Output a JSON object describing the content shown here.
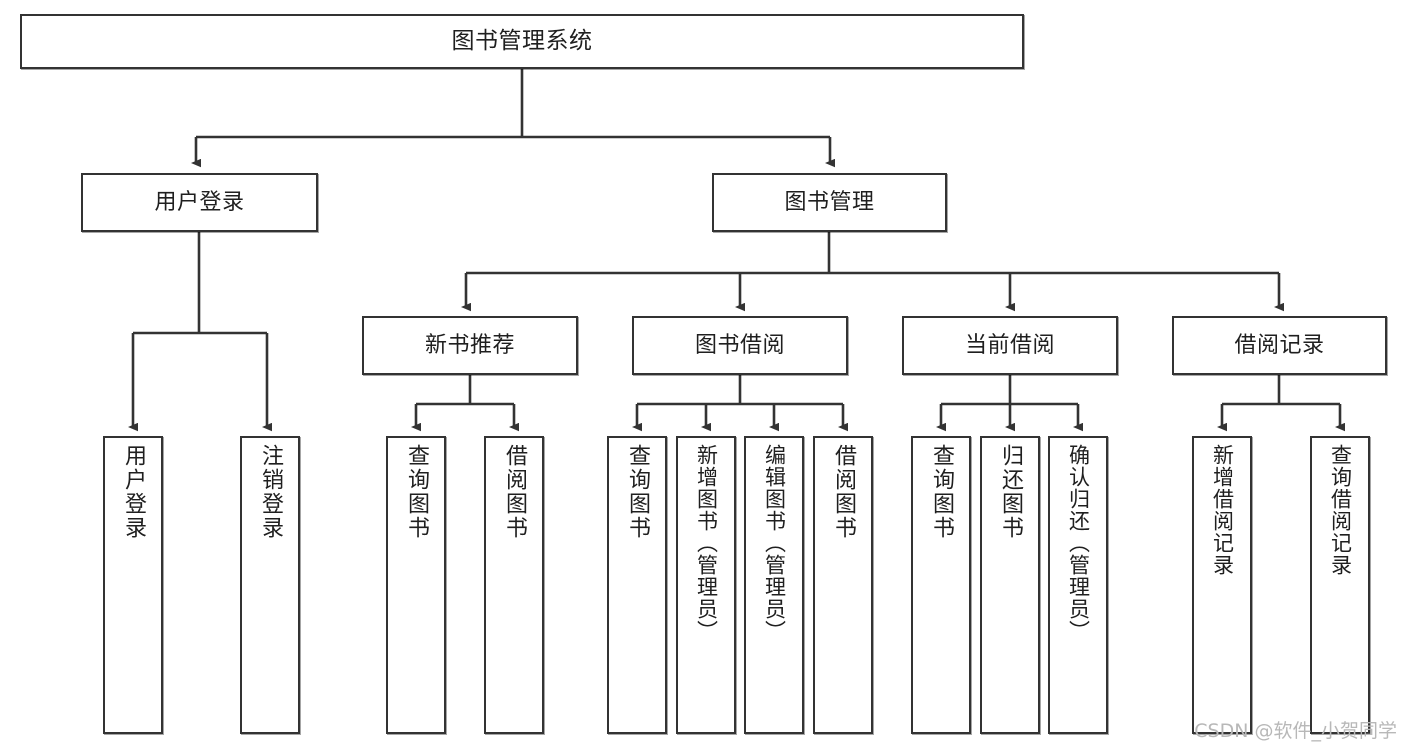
{
  "diagram": {
    "title": "图书管理系统",
    "type": "tree-hierarchy",
    "root": {
      "label": "图书管理系统"
    },
    "level2": [
      {
        "label": "用户登录"
      },
      {
        "label": "图书管理"
      }
    ],
    "level3": [
      {
        "label": "新书推荐"
      },
      {
        "label": "图书借阅"
      },
      {
        "label": "当前借阅"
      },
      {
        "label": "借阅记录"
      }
    ],
    "leaves": {
      "user_login": [
        {
          "label": "用户登录"
        },
        {
          "label": "注销登录"
        }
      ],
      "new_book_recommend": [
        {
          "label": "查询图书"
        },
        {
          "label": "借阅图书"
        }
      ],
      "book_borrow": [
        {
          "label": "查询图书"
        },
        {
          "label": "新增图书（管理员）"
        },
        {
          "label": "编辑图书（管理员）"
        },
        {
          "label": "借阅图书"
        }
      ],
      "current_borrow": [
        {
          "label": "查询图书"
        },
        {
          "label": "归还图书"
        },
        {
          "label": "确认归还（管理员）"
        }
      ],
      "borrow_records": [
        {
          "label": "新增借阅记录"
        },
        {
          "label": "查询借阅记录"
        }
      ]
    }
  },
  "watermark": {
    "text": "CSDN @软件_小贺同学"
  },
  "colors": {
    "border": "#333333",
    "background": "#ffffff",
    "text": "#1f1f1f",
    "watermark": "#b8b8b8"
  }
}
